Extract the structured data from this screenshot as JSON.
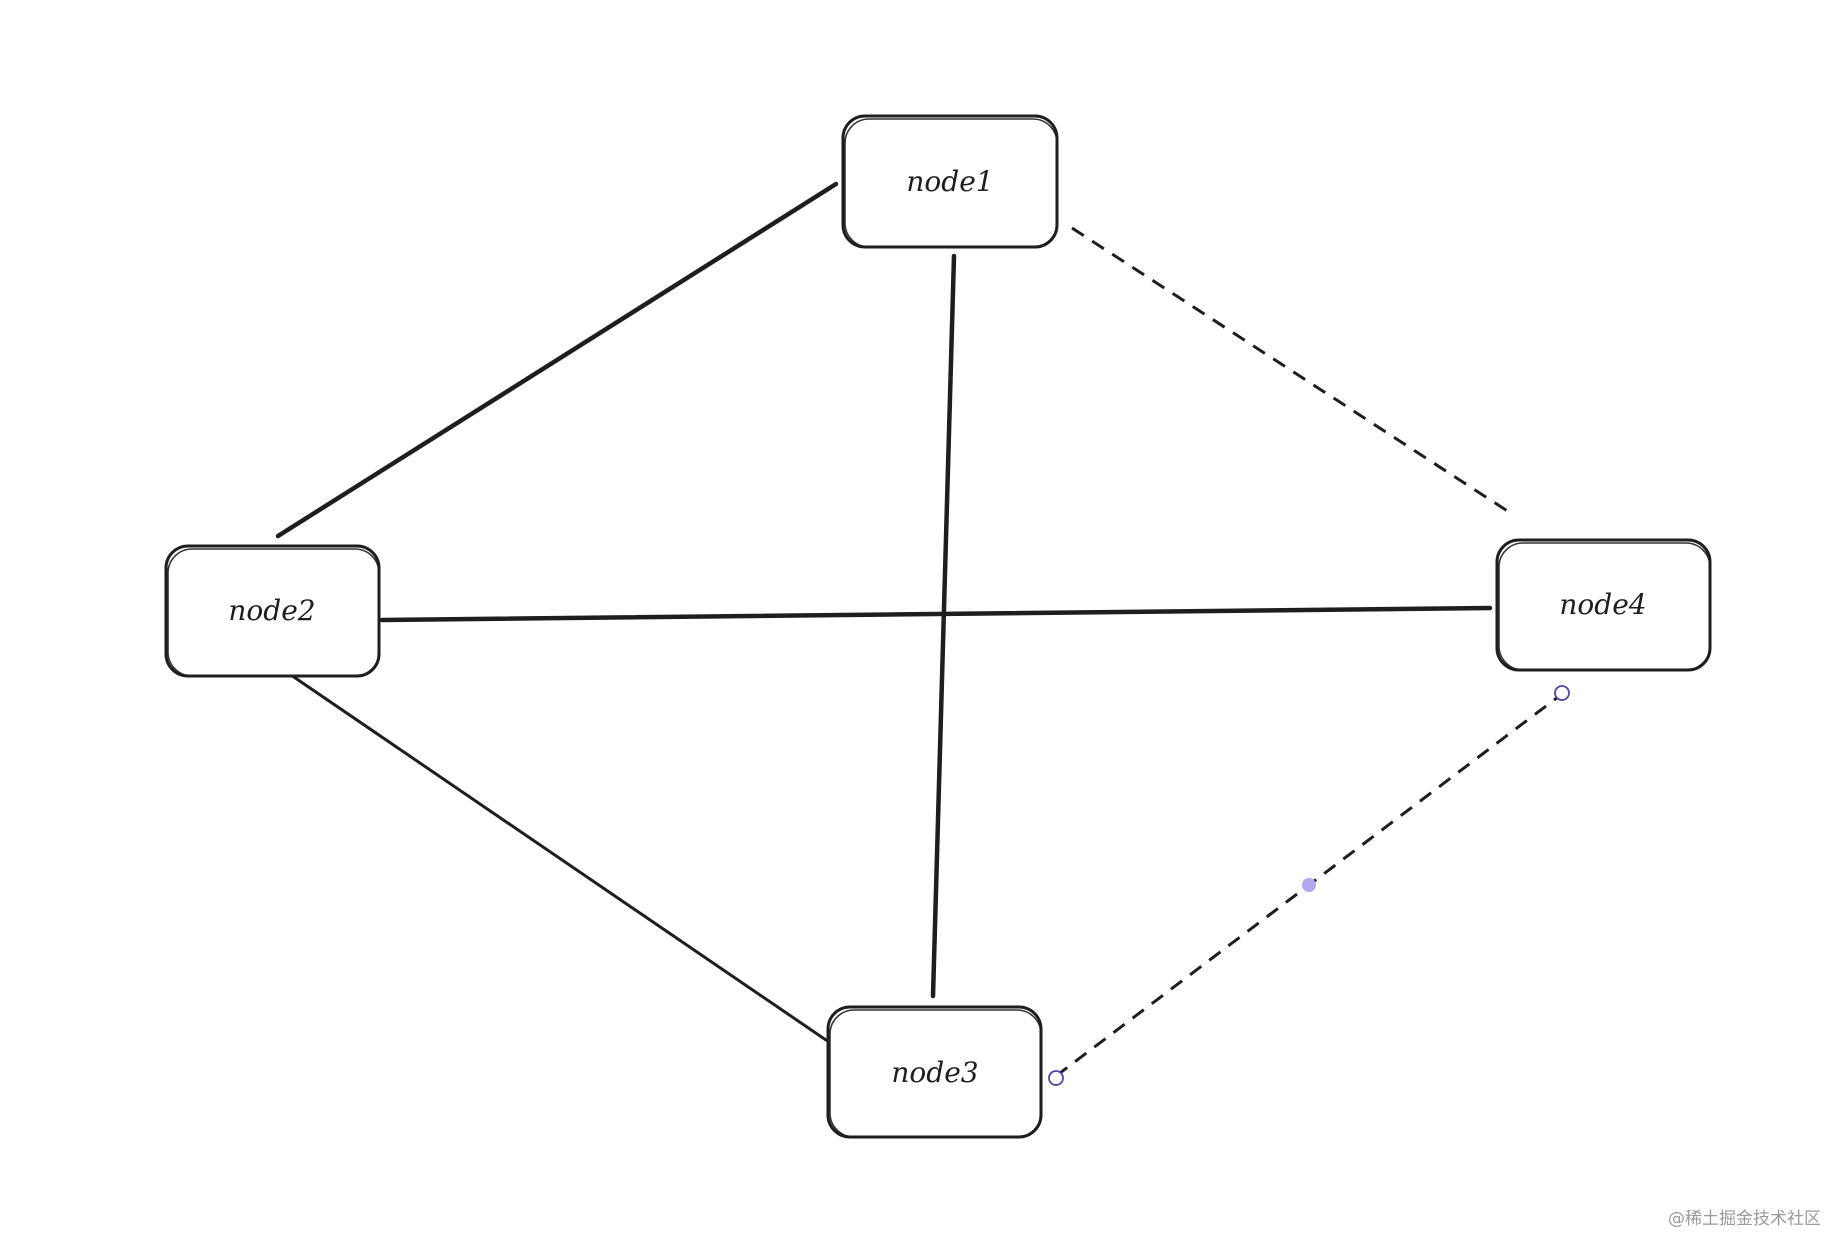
{
  "diagram": {
    "nodes": [
      {
        "id": "node1",
        "label": "node1"
      },
      {
        "id": "node2",
        "label": "node2"
      },
      {
        "id": "node3",
        "label": "node3"
      },
      {
        "id": "node4",
        "label": "node4"
      }
    ],
    "edges": [
      {
        "from": "node1",
        "to": "node2",
        "style": "solid"
      },
      {
        "from": "node1",
        "to": "node3",
        "style": "solid"
      },
      {
        "from": "node2",
        "to": "node4",
        "style": "solid"
      },
      {
        "from": "node2",
        "to": "node3",
        "style": "solid"
      },
      {
        "from": "node1",
        "to": "node4",
        "style": "dashed"
      },
      {
        "from": "node3",
        "to": "node4",
        "style": "dashed",
        "selected": true
      }
    ],
    "colors": {
      "stroke": "#1e1e1e",
      "selection_handle": "#4a47a3",
      "selection_midpoint": "#b4a7f0"
    }
  },
  "watermark": "@稀土掘金技术社区"
}
